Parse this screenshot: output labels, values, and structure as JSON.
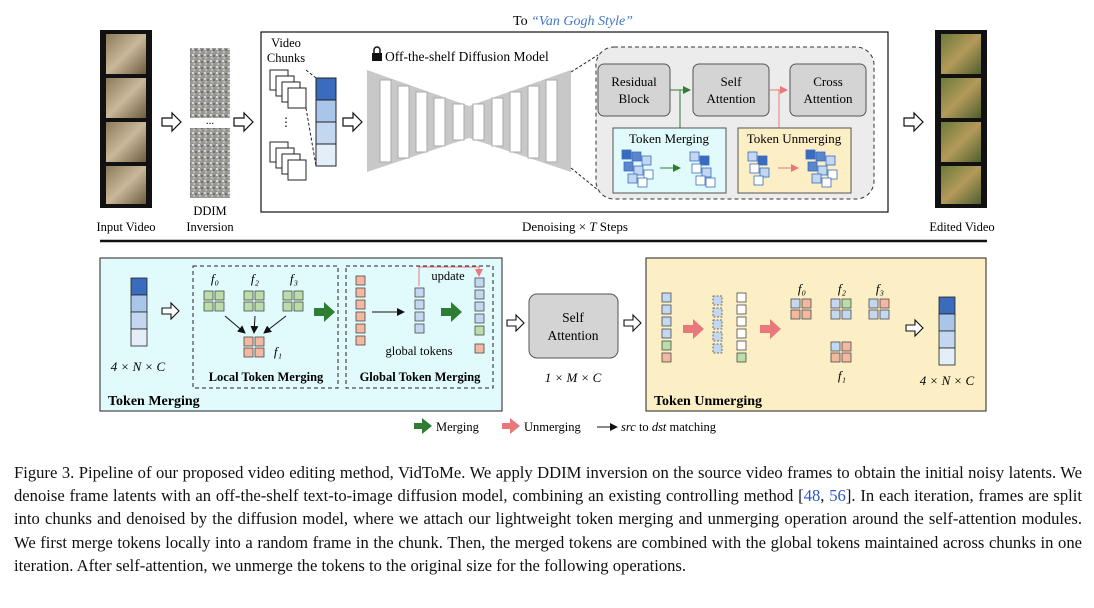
{
  "top": {
    "target_prefix": "To ",
    "target_style": "“Van Gogh Style”",
    "input_label": "Input Video",
    "ddim_label_1": "DDIM",
    "ddim_label_2": "Inversion",
    "chunks_label_1": "Video",
    "chunks_label_2": "Chunks",
    "model_label": "Off-the-shelf Diffusion Model",
    "residual_1": "Residual",
    "residual_2": "Block",
    "self_attn_1": "Self",
    "self_attn_2": "Attention",
    "cross_attn_1": "Cross",
    "cross_attn_2": "Attention",
    "token_merging": "Token Merging",
    "token_unmerging": "Token Unmerging",
    "denoise_prefix": "Denoising × ",
    "denoise_var": "T",
    "denoise_suffix": " Steps",
    "edited_label": "Edited Video",
    "ellipsis": "..."
  },
  "bottom": {
    "dims_in": "4 × N × C",
    "f0": "f₀",
    "f2": "f₂",
    "f3": "f₃",
    "f1": "f₁",
    "local_merging": "Local Token Merging",
    "update": "update",
    "global_tokens": "global tokens",
    "global_merging": "Global Token Merging",
    "token_merging_title": "Token Merging",
    "self_attn_1": "Self",
    "self_attn_2": "Attention",
    "dims_mid": "1 × M × C",
    "token_unmerging_title": "Token Unmerging",
    "dims_out": "4 × N × C"
  },
  "legend": {
    "merging": "Merging",
    "unmerging": "Unmerging",
    "matching_src": "src",
    "matching_mid": " to ",
    "matching_dst": "dst",
    "matching_suffix": " matching"
  },
  "caption": {
    "part1": "Figure 3. Pipeline of our proposed video editing method, VidToMe. We apply DDIM inversion on the source video frames to obtain the initial noisy latents. We denoise frame latents with an off-the-shelf text-to-image diffusion model, combining an existing controlling method [",
    "cite1": "48",
    "sep": ", ",
    "cite2": "56",
    "part2": "]. In each iteration, frames are split into chunks and denoised by the diffusion model, where we attach our lightweight token merging and unmerging operation around the self-attention modules. We first merge tokens locally into a random frame in the chunk. Then, the merged tokens are combined with the global tokens maintained across chunks in one iteration. After self-attention, we unmerge the tokens to the original size for the following operations."
  },
  "colors": {
    "dark_blue": "#3a6bbd",
    "light_blue": "#c3d8f0",
    "green": "#b9dea9",
    "salmon": "#f3b8a2",
    "cyan_panel": "#e1fbfd",
    "yellow_panel": "#fcefc6",
    "merge_arrow": "#2e7d32",
    "unmerge_arrow": "#e8787a",
    "cite": "#2a56c6"
  }
}
